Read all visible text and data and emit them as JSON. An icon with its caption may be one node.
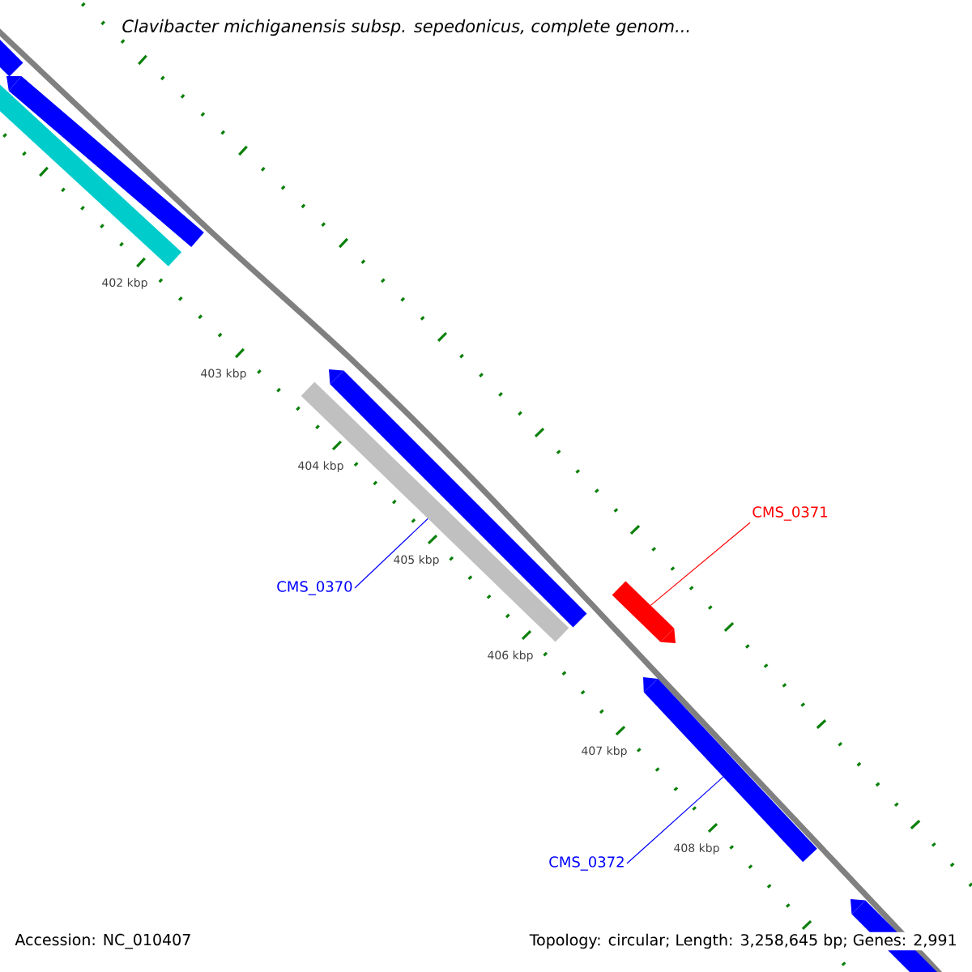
{
  "diagram": {
    "title": "Clavibacter michiganensis subsp. sepedonicus, complete genom...",
    "nodes": [
      {
        "text": [
          "CMS_0370"
        ]
      },
      {
        "text": [
          "CMS_0371"
        ]
      },
      {
        "text": [
          "CMS_0372"
        ]
      },
      {
        "text": [],
        "shape": "bar"
      },
      {
        "text": [],
        "shape": "bar"
      },
      {
        "text": [],
        "shape": "bar"
      },
      {
        "text": [],
        "shape": "bar"
      },
      {
        "text": [],
        "shape": "bar"
      },
      {
        "text": [],
        "shape": "bar"
      },
      {
        "text": [],
        "shape": "bar"
      },
      {
        "text": [],
        "shape": "bar"
      }
    ],
    "edges": [
      {
        "from": 0,
        "to": 7,
        "arrow": "none"
      },
      {
        "from": 1,
        "to": 8,
        "arrow": "none",
        "color": "#ff0000"
      },
      {
        "from": 2,
        "to": 9,
        "arrow": "none"
      }
    ],
    "labels": [
      "402 kbp",
      "403 kbp",
      "404 kbp",
      "405 kbp",
      "406 kbp",
      "407 kbp",
      "408 kbp",
      "Accession: NC_010407",
      "Topology: circular; Length: 3,258,645 bp; Genes: 2,991"
    ]
  }
}
